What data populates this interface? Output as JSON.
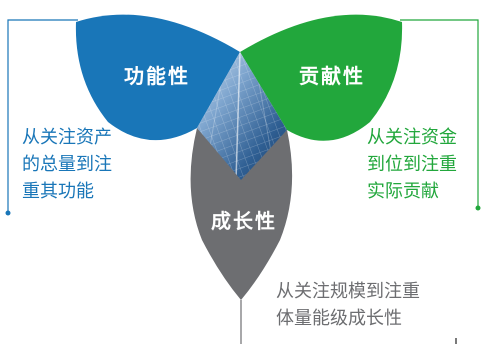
{
  "colors": {
    "functionality": "#1976b8",
    "contribution": "#22a73c",
    "growth": "#6d6e71",
    "line_blue": "#1976b8",
    "line_green": "#22a73c",
    "line_gray": "#6d6e71"
  },
  "petals": {
    "functionality": {
      "label": "功能性",
      "lines": [
        "从关注资产",
        "的总量到注",
        "重其功能"
      ]
    },
    "contribution": {
      "label": "贡献性",
      "lines": [
        "从关注资金",
        "到位到注重",
        "实际贡献"
      ]
    },
    "growth": {
      "label": "成长性",
      "lines": [
        "从关注规模到注重",
        "体量能级成长性"
      ]
    }
  },
  "center_image": "glass-skyscraper-photo"
}
